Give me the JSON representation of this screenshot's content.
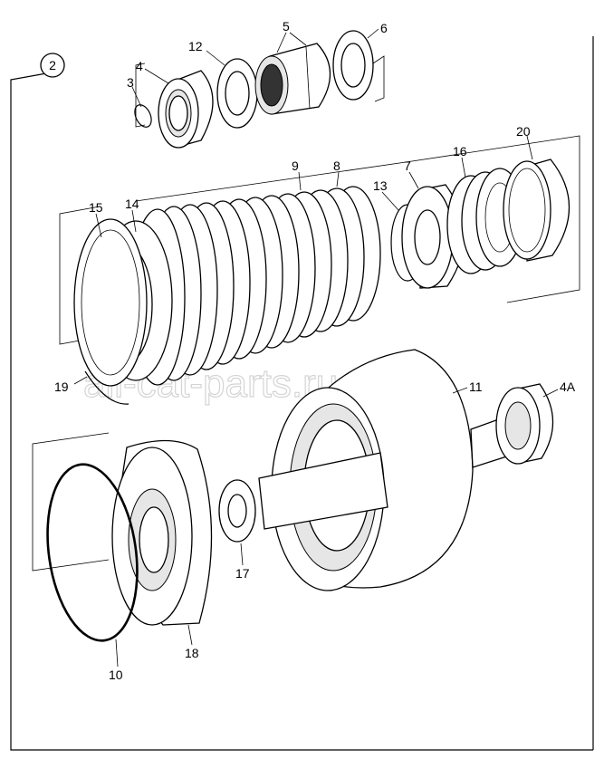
{
  "group_label": "2",
  "watermark": "all-cat-parts.ru",
  "callouts": [
    "2",
    "3",
    "4",
    "5",
    "6",
    "12",
    "9",
    "8",
    "7",
    "13",
    "16",
    "20",
    "15",
    "14",
    "19",
    "11",
    "4A",
    "17",
    "10",
    "18"
  ]
}
